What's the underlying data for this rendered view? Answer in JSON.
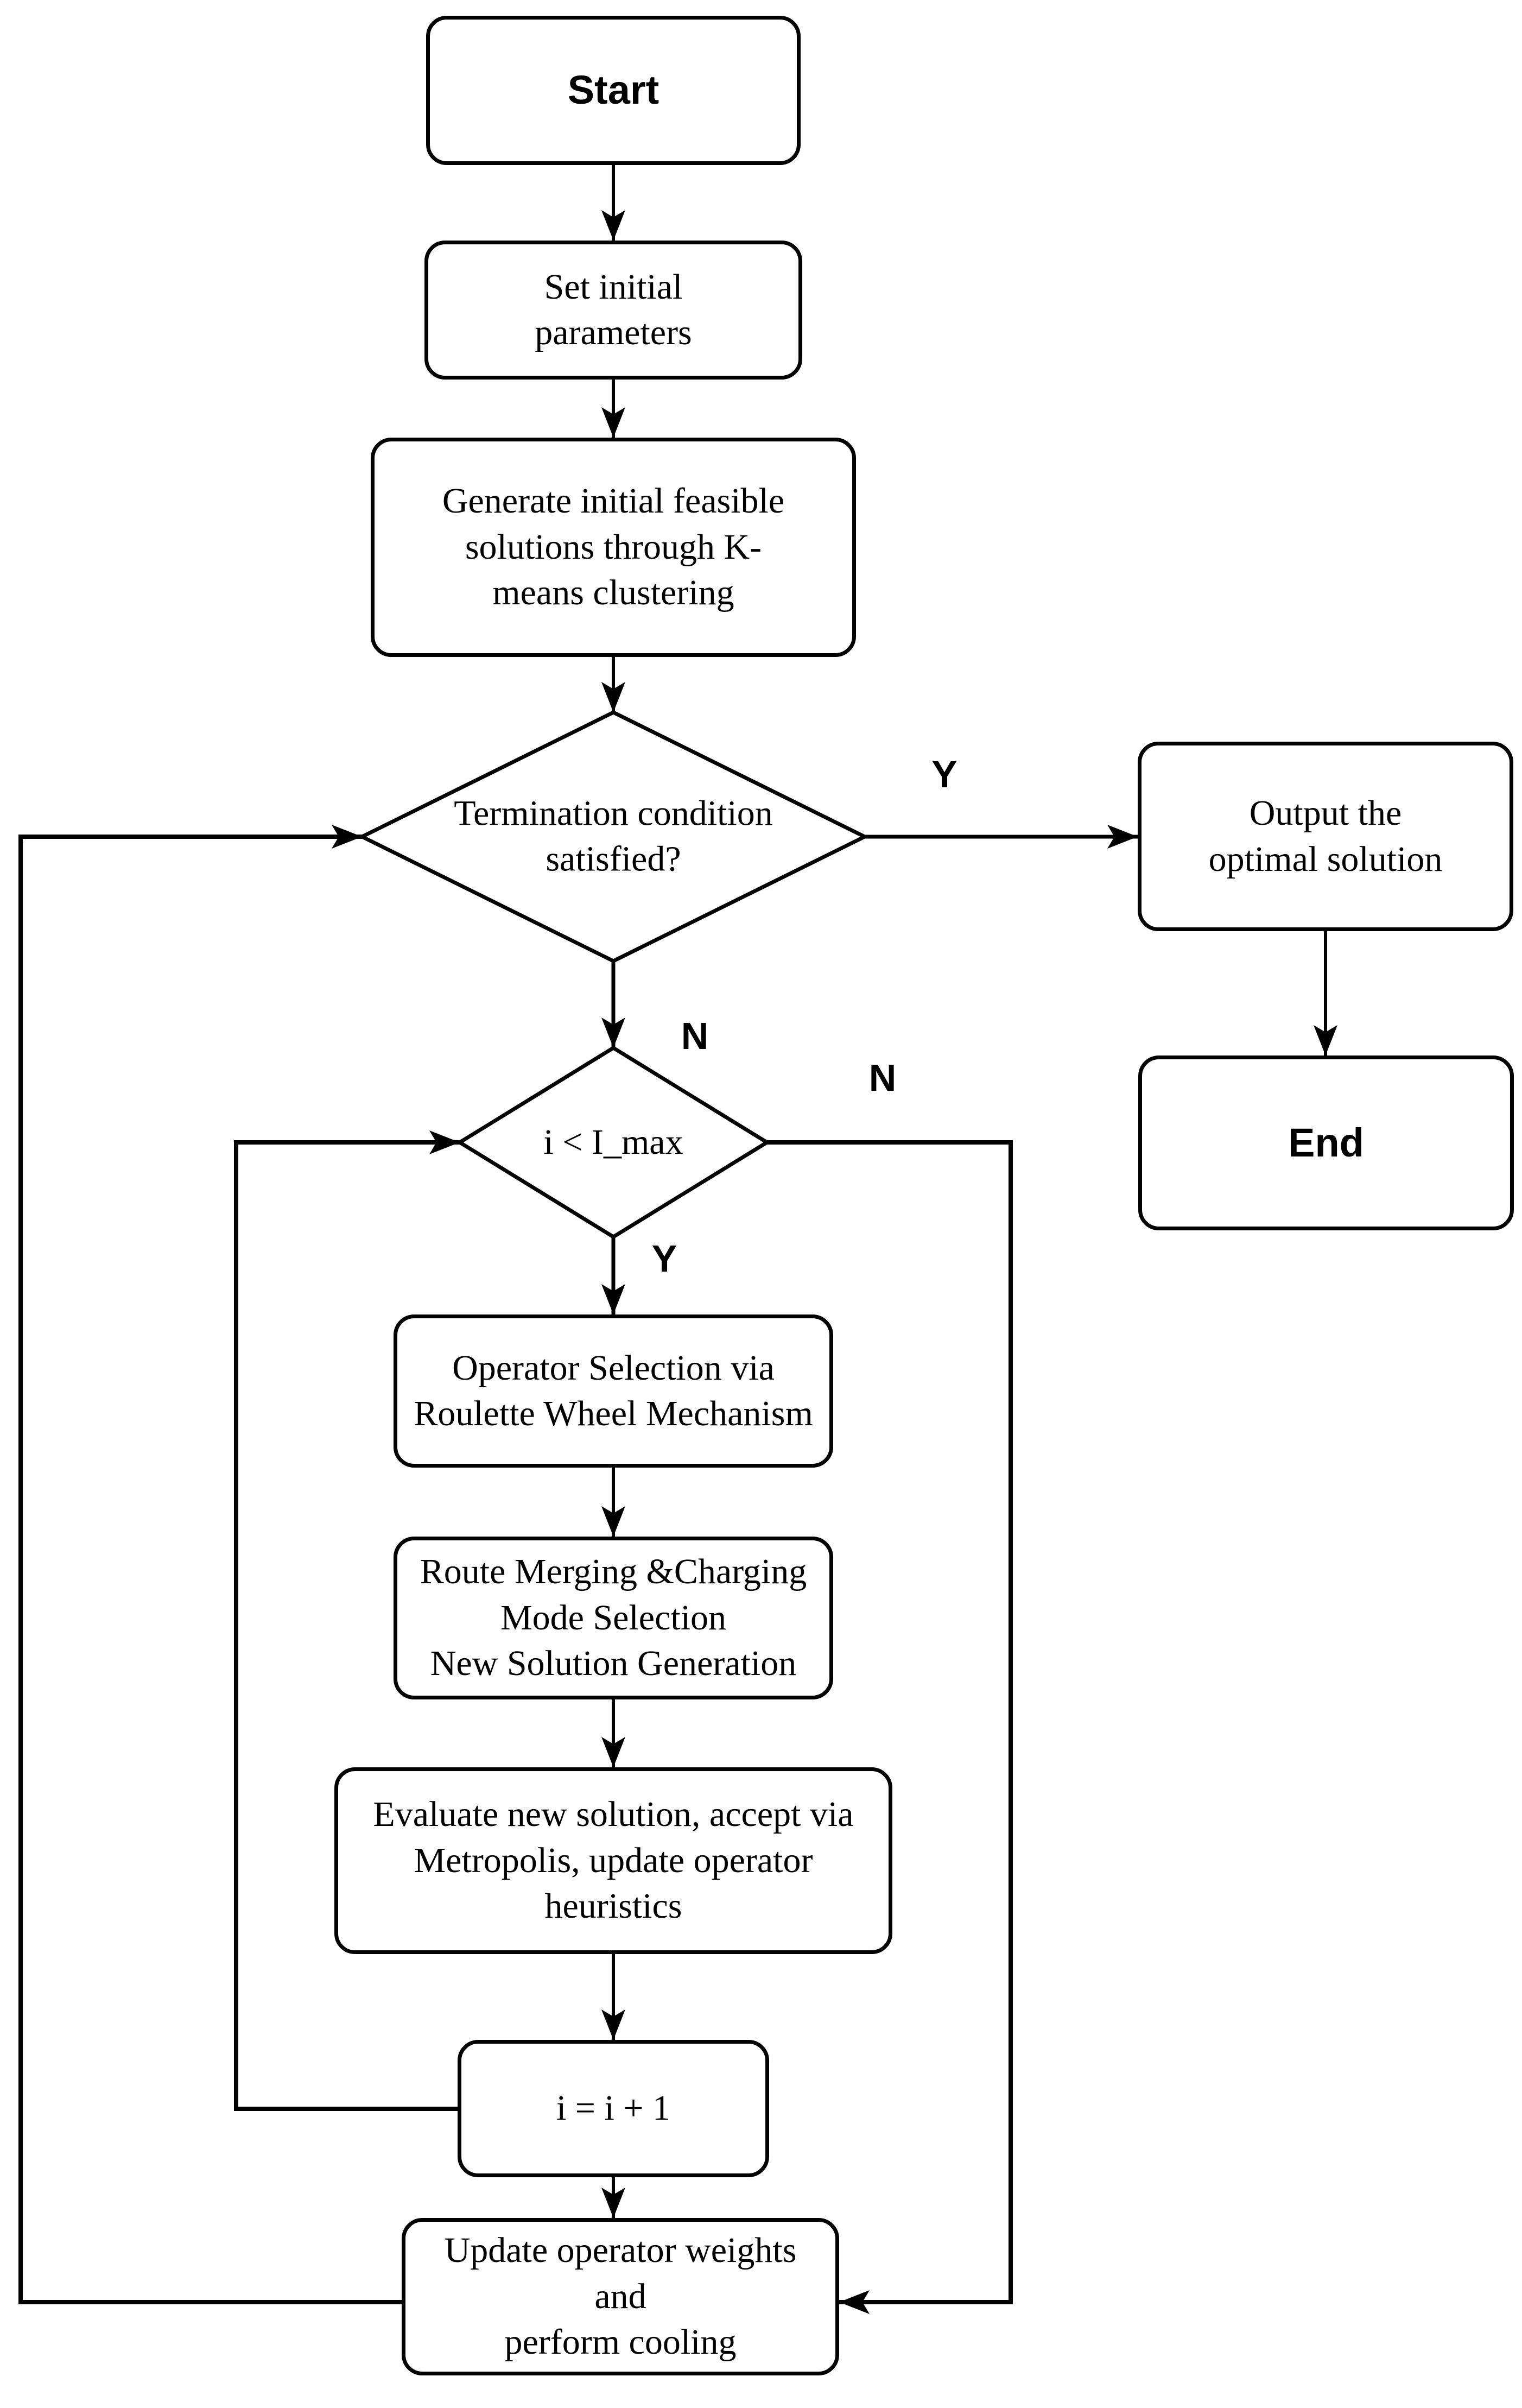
{
  "flowchart": {
    "nodes": {
      "start": "Start",
      "set_initial": "Set initial\nparameters",
      "generate": "Generate initial feasible\nsolutions through K-\nmeans clustering",
      "termination": "Termination condition\nsatisfied?",
      "output": "Output the\noptimal solution",
      "end": "End",
      "iteration_check": "i < I_max",
      "operator_selection": "Operator Selection via\nRoulette Wheel Mechanism",
      "route_merging": "Route Merging &Charging\nMode Selection\nNew Solution Generation",
      "evaluate": "Evaluate new solution, accept via\nMetropolis, update operator\nheuristics",
      "increment": "i = i + 1",
      "update_cooling": "Update operator weights\nand\nperform cooling"
    },
    "edge_labels": {
      "termination_yes": "Y",
      "termination_no": "N",
      "iteration_no": "N",
      "iteration_yes": "Y"
    },
    "colors": {
      "line": "#000000",
      "text": "#000000",
      "background": "#ffffff"
    }
  }
}
